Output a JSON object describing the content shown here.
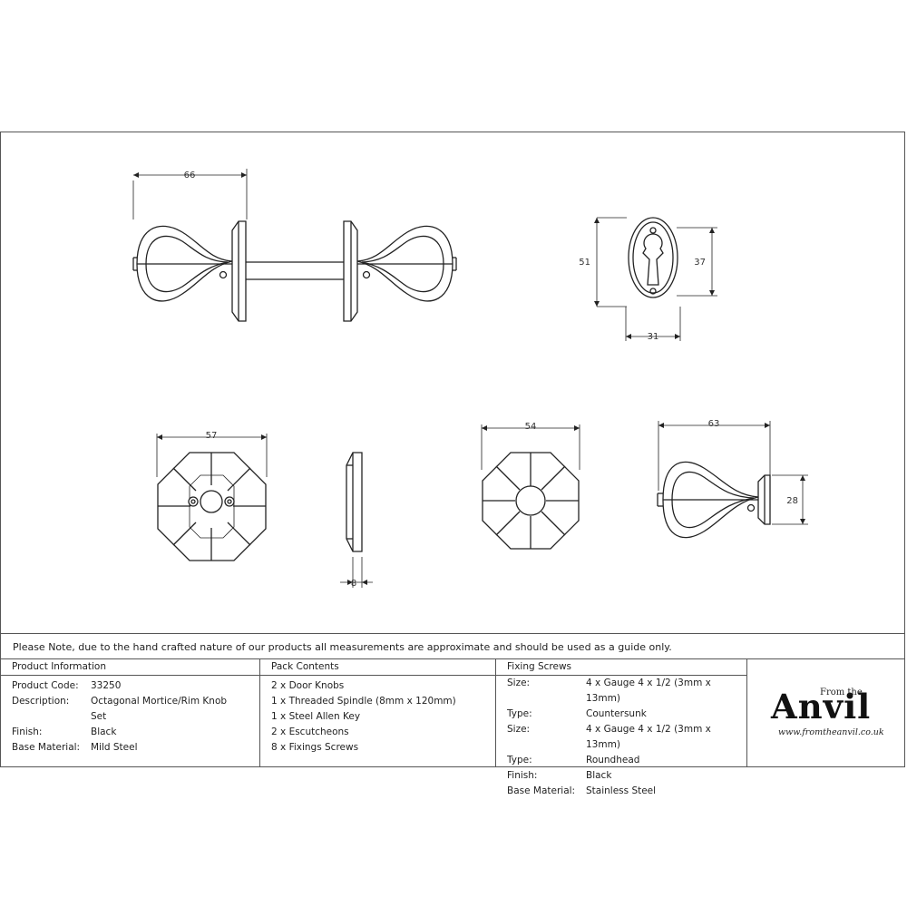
{
  "dimensions": {
    "knob_length": "66",
    "escutcheon_height": "51",
    "keyhole_height": "37",
    "escutcheon_width": "31",
    "rose_diameter": "57",
    "rose_thickness": "8",
    "plain_rose_diameter": "54",
    "knob_projection": "63",
    "knob_diameter": "28"
  },
  "note": "Please Note, due to the hand crafted nature of our products all measurements are approximate and should be used as a guide only.",
  "product_info": {
    "heading": "Product Information",
    "rows": [
      {
        "key": "Product Code:",
        "value": "33250"
      },
      {
        "key": "Description:",
        "value": "Octagonal Mortice/Rim Knob"
      },
      {
        "key": "",
        "value": "Set"
      },
      {
        "key": "Finish:",
        "value": "Black"
      },
      {
        "key": "Base Material:",
        "value": "Mild Steel"
      }
    ]
  },
  "pack_contents": {
    "heading": "Pack Contents",
    "items": [
      "2 x Door Knobs",
      "1 x Threaded Spindle (8mm x 120mm)",
      "1 x Steel Allen Key",
      "2 x Escutcheons",
      "8 x Fixings Screws"
    ]
  },
  "fixing_screws": {
    "heading": "Fixing Screws",
    "rows": [
      {
        "key": "Size:",
        "value": "4 x Gauge 4 x 1/2 (3mm x 13mm)"
      },
      {
        "key": "Type:",
        "value": "Countersunk"
      },
      {
        "key": "Size:",
        "value": "4 x Gauge 4 x 1/2 (3mm x 13mm)"
      },
      {
        "key": "Type:",
        "value": "Roundhead"
      },
      {
        "key": "Finish:",
        "value": "Black"
      },
      {
        "key": "Base Material:",
        "value": "Stainless Steel"
      }
    ]
  },
  "logo": {
    "brand": "Anvil",
    "prefix": "From the",
    "url": "www.fromtheanvil.co.uk"
  }
}
